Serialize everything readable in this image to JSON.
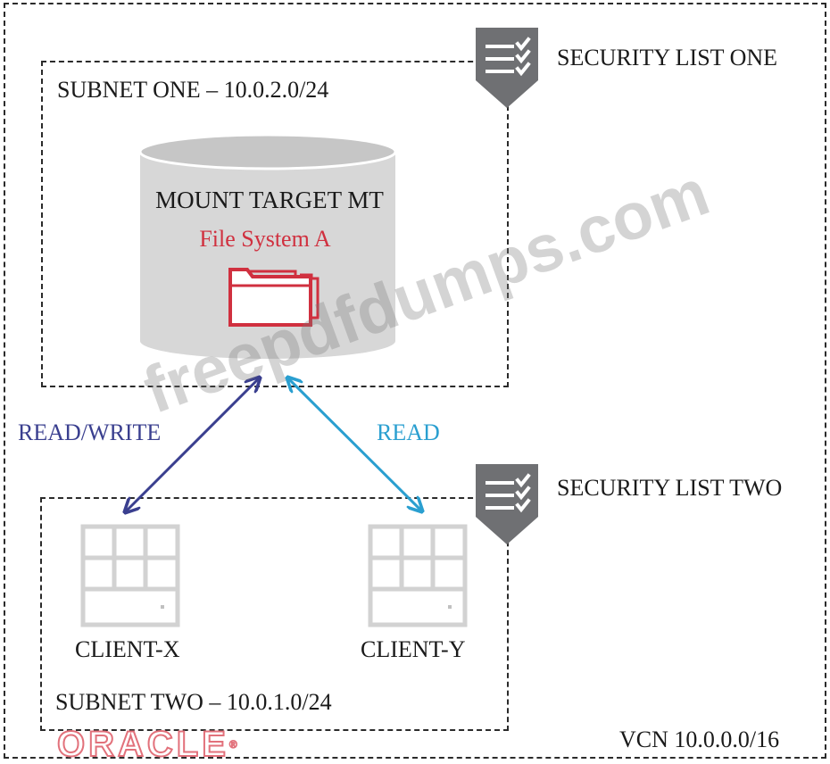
{
  "vcn": {
    "label": "VCN 10.0.0.0/16"
  },
  "subnet_one": {
    "label": "SUBNET ONE – 10.0.2.0/24"
  },
  "subnet_two": {
    "label": "SUBNET TWO – 10.0.1.0/24"
  },
  "security_lists": [
    {
      "label": "SECURITY LIST ONE",
      "icon": "shield-checklist-icon"
    },
    {
      "label": "SECURITY LIST TWO",
      "icon": "shield-checklist-icon"
    }
  ],
  "mount_target": {
    "title": "MOUNT TARGET MT",
    "file_system": "File System A",
    "icon": "folder-icon"
  },
  "clients": [
    {
      "label": "CLIENT-X",
      "icon": "server-icon"
    },
    {
      "label": "CLIENT-Y",
      "icon": "server-icon"
    }
  ],
  "connections": [
    {
      "label": "READ/WRITE",
      "color": "#3a3f8f"
    },
    {
      "label": "READ",
      "color": "#2a9fd0"
    }
  ],
  "colors": {
    "file_system": "#d0303f",
    "icon_gray": "#6f7073",
    "cylinder": "#d7d7d7",
    "server": "#d2d2d2"
  },
  "logo": {
    "text": "ORACLE",
    "mark": "®"
  },
  "watermark": {
    "text": "freepdfdumps.com"
  }
}
